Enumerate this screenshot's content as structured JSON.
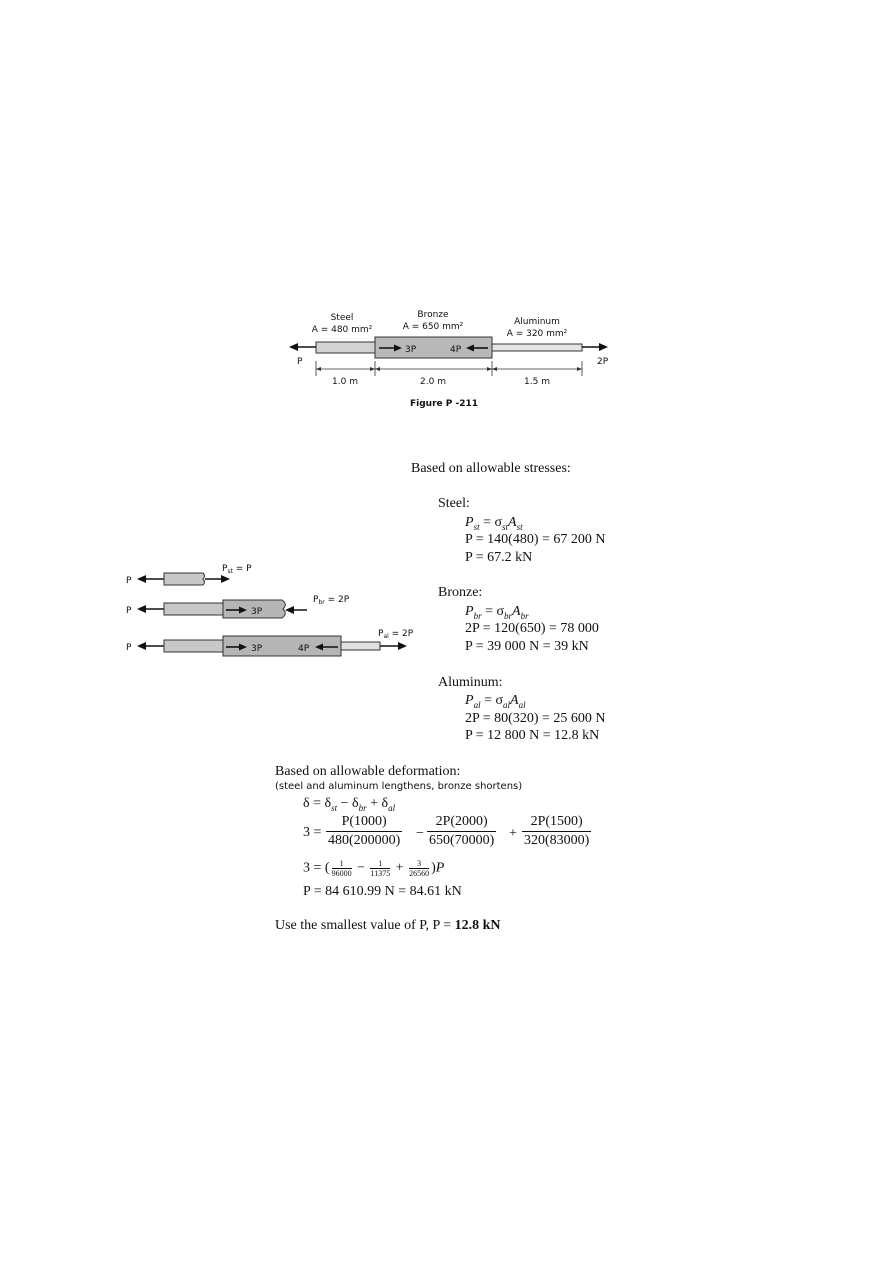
{
  "figure": {
    "labels": {
      "steel_name": "Steel",
      "steel_area": "A = 480 mm²",
      "bronze_name": "Bronze",
      "bronze_area": "A = 650 mm²",
      "aluminum_name": "Aluminum",
      "aluminum_area": "A = 320 mm²",
      "load_left": "P",
      "load_right": "2P",
      "load_3p": "3P",
      "load_4p": "4P",
      "dim_steel": "1.0 m",
      "dim_bronze": "2.0 m",
      "dim_aluminum": "1.5 m"
    },
    "caption": "Figure P -211"
  },
  "fbd": {
    "p1": "P",
    "p2": "P",
    "p3": "P",
    "pst": "P",
    "pst_sub": "st",
    "pst_eq": " = P",
    "pbr": "P",
    "pbr_sub": "br",
    "pbr_eq": " = 2P",
    "pal": "P",
    "pal_sub": "al",
    "pal_eq": " = 2P",
    "l3p_a": "3P",
    "l3p_b": "3P",
    "l4p": "4P"
  },
  "stresses": {
    "heading": "Based on allowable stresses:",
    "steel": {
      "label": "Steel:",
      "line2": "P = 140(480) = 67 200 N",
      "line3": "P = 67.2 kN"
    },
    "bronze": {
      "label": "Bronze:",
      "line2": "2P = 120(650) = 78 000",
      "line3": "P = 39 000 N = 39 kN"
    },
    "aluminum": {
      "label": "Aluminum:",
      "line2": "2P = 80(320) = 25 600 N",
      "line3": "P = 12 800 N = 12.8 kN"
    }
  },
  "deformation": {
    "heading": "Based on allowable deformation:",
    "note": "(steel and aluminum lengthens, bronze shortens)",
    "lhs": "3 =",
    "f1_num": "P(1000)",
    "f1_den": "480(200000)",
    "f2_num": "2P(2000)",
    "f2_den": "650(70000)",
    "f3_num": "2P(1500)",
    "f3_den": "320(83000)",
    "minus": "−",
    "plus": "+",
    "s_n1": "1",
    "s_d1": "96000",
    "s_n2": "1",
    "s_d2": "11375",
    "s_n3": "3",
    "s_d3": "26560",
    "result": "P = 84 610.99 N = 84.61 kN"
  },
  "conclusion": {
    "text": "Use the smallest value of P, P = ",
    "value": "12.8 kN"
  }
}
